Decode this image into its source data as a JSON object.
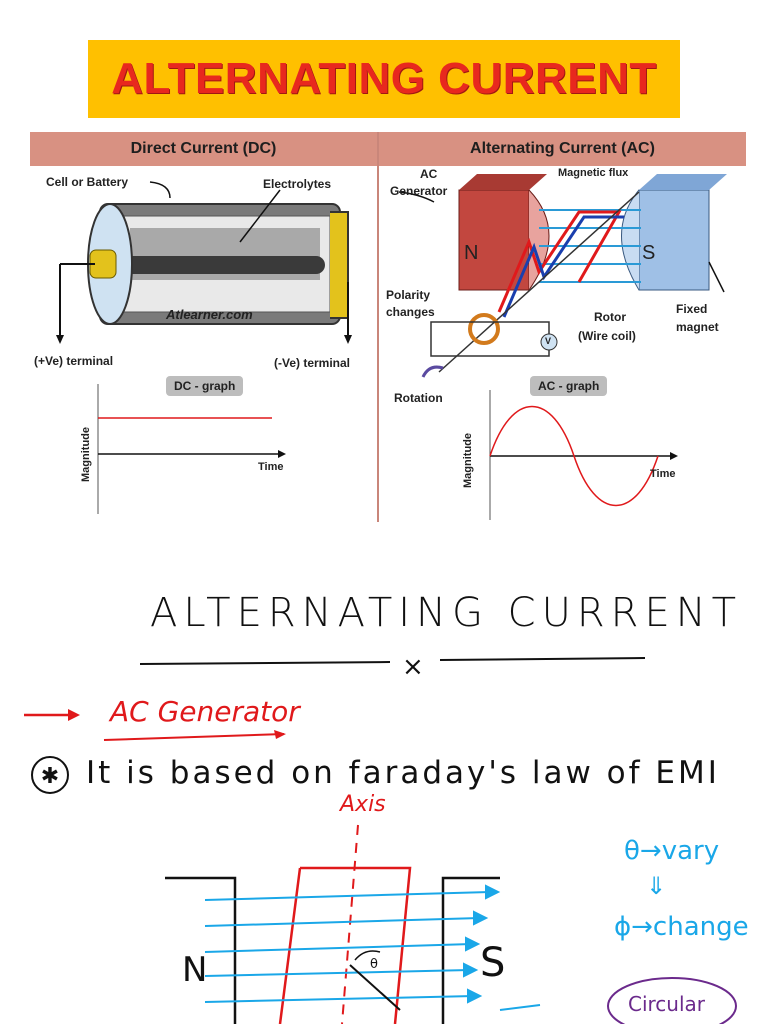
{
  "banner": {
    "title": "ALTERNATING CURRENT"
  },
  "infographic": {
    "dc": {
      "header": "Direct Current (DC)",
      "cell_label": "Cell or Battery",
      "electrolytes_label": "Electrolytes",
      "watermark": "Atlearner.com",
      "pos_terminal": "(+Ve) terminal",
      "neg_terminal": "(-Ve) terminal",
      "graph_title": "DC - graph",
      "y_axis": "Magnitude",
      "x_axis": "Time"
    },
    "ac": {
      "header": "Alternating Current (AC)",
      "generator_label_1": "AC",
      "generator_label_2": "Generator",
      "flux_label": "Magnetic flux",
      "pole_n": "N",
      "pole_s": "S",
      "polarity_label_1": "Polarity",
      "polarity_label_2": "changes",
      "rotor_label_1": "Rotor",
      "rotor_label_2": "(Wire coil)",
      "magnet_label_1": "Fixed",
      "magnet_label_2": "magnet",
      "voltmeter": "V",
      "rotation_label": "Rotation",
      "graph_title": "AC - graph",
      "y_axis": "Magnitude",
      "x_axis": "Time"
    }
  },
  "notes": {
    "heading": "ALTERNATING CURRENT",
    "separator": "×",
    "subheading": "AC Generator",
    "star_line": "It is based on faraday's law of EMI",
    "axis_label": "Axis",
    "pole_n": "N",
    "pole_s": "S",
    "angle": "θ",
    "side_1": "θ→vary",
    "side_2": "⇓",
    "side_3": "ϕ→change",
    "circled": "Circular"
  },
  "colors": {
    "banner_bg": "#ffc000",
    "banner_text": "#e8281e",
    "header_bg": "#d89182",
    "ink_black": "#111111",
    "ink_red": "#e0191b",
    "ink_blue": "#1aa7e8",
    "ink_purple": "#6b2a8c"
  }
}
